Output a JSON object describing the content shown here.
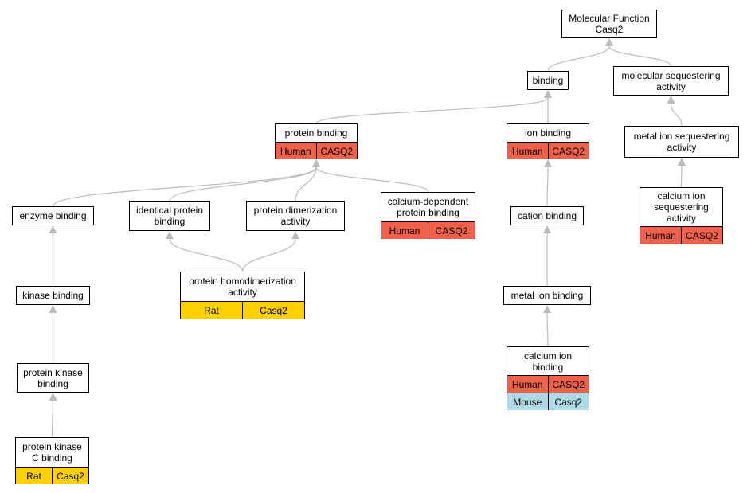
{
  "colors": {
    "human": "#f0614a",
    "rat": "#ffd000",
    "mouse": "#add8e6",
    "edge": "#bbbbbb",
    "border": "#000000"
  },
  "nodes": {
    "molecular_function": {
      "label": "Molecular Function\nCasq2"
    },
    "binding": {
      "label": "binding"
    },
    "molecular_sequestering_activity": {
      "label": "molecular sequestering\nactivity"
    },
    "protein_binding": {
      "label": "protein binding",
      "rows": [
        {
          "species": "Human",
          "gene": "CASQ2",
          "kind": "human"
        }
      ]
    },
    "ion_binding": {
      "label": "ion binding",
      "rows": [
        {
          "species": "Human",
          "gene": "CASQ2",
          "kind": "human"
        }
      ]
    },
    "metal_ion_sequestering_activity": {
      "label": "metal ion sequestering\nactivity"
    },
    "enzyme_binding": {
      "label": "enzyme binding"
    },
    "identical_protein_binding": {
      "label": "identical protein\nbinding"
    },
    "protein_dimerization_activity": {
      "label": "protein dimerization\nactivity"
    },
    "calcium_dependent_protein_binding": {
      "label": "calcium-dependent\nprotein binding",
      "rows": [
        {
          "species": "Human",
          "gene": "CASQ2",
          "kind": "human"
        }
      ]
    },
    "cation_binding": {
      "label": "cation binding"
    },
    "calcium_ion_sequestering_activity": {
      "label": "calcium ion\nsequestering\nactivity",
      "rows": [
        {
          "species": "Human",
          "gene": "CASQ2",
          "kind": "human"
        }
      ]
    },
    "protein_homodimerization_activity": {
      "label": "protein homodimerization\nactivity",
      "rows": [
        {
          "species": "Rat",
          "gene": "Casq2",
          "kind": "rat"
        }
      ]
    },
    "kinase_binding": {
      "label": "kinase binding"
    },
    "metal_ion_binding": {
      "label": "metal ion binding"
    },
    "protein_kinase_binding": {
      "label": "protein kinase\nbinding"
    },
    "calcium_ion_binding": {
      "label": "calcium ion\nbinding",
      "rows": [
        {
          "species": "Human",
          "gene": "CASQ2",
          "kind": "human"
        },
        {
          "species": "Mouse",
          "gene": "Casq2",
          "kind": "mouse"
        }
      ]
    },
    "protein_kinase_c_binding": {
      "label": "protein kinase\nC binding",
      "rows": [
        {
          "species": "Rat",
          "gene": "Casq2",
          "kind": "rat"
        }
      ]
    }
  },
  "edges": [
    {
      "from": "binding",
      "to": "molecular_function"
    },
    {
      "from": "molecular_sequestering_activity",
      "to": "molecular_function"
    },
    {
      "from": "protein_binding",
      "to": "binding"
    },
    {
      "from": "ion_binding",
      "to": "binding"
    },
    {
      "from": "metal_ion_sequestering_activity",
      "to": "molecular_sequestering_activity"
    },
    {
      "from": "enzyme_binding",
      "to": "protein_binding"
    },
    {
      "from": "identical_protein_binding",
      "to": "protein_binding"
    },
    {
      "from": "protein_dimerization_activity",
      "to": "protein_binding"
    },
    {
      "from": "calcium_dependent_protein_binding",
      "to": "protein_binding"
    },
    {
      "from": "cation_binding",
      "to": "ion_binding"
    },
    {
      "from": "calcium_ion_sequestering_activity",
      "to": "metal_ion_sequestering_activity"
    },
    {
      "from": "protein_homodimerization_activity",
      "to": "identical_protein_binding"
    },
    {
      "from": "protein_homodimerization_activity",
      "to": "protein_dimerization_activity"
    },
    {
      "from": "kinase_binding",
      "to": "enzyme_binding"
    },
    {
      "from": "metal_ion_binding",
      "to": "cation_binding"
    },
    {
      "from": "protein_kinase_binding",
      "to": "kinase_binding"
    },
    {
      "from": "calcium_ion_binding",
      "to": "metal_ion_binding"
    },
    {
      "from": "protein_kinase_c_binding",
      "to": "protein_kinase_binding"
    }
  ]
}
